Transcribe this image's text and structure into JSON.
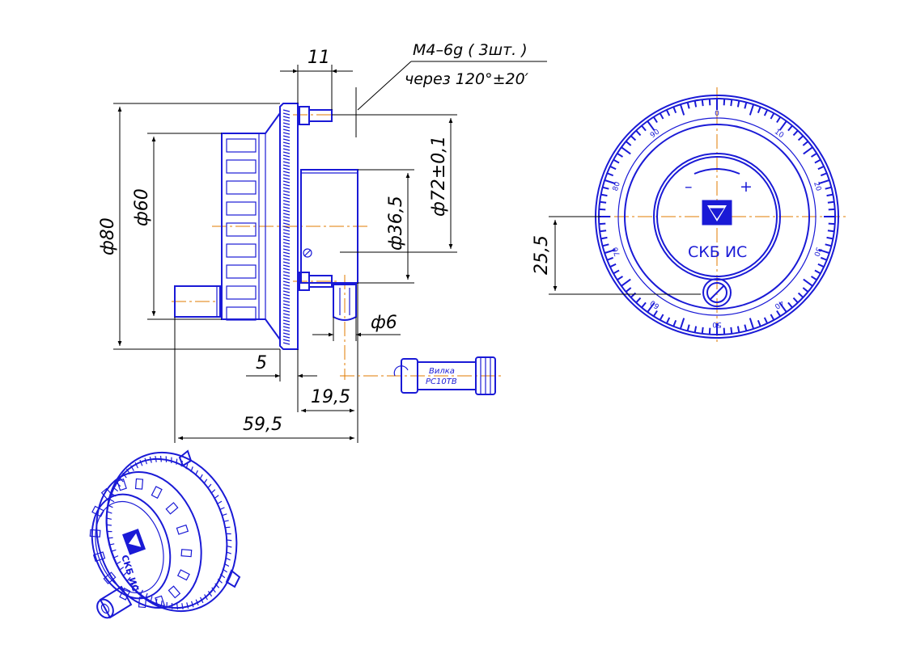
{
  "dimensions": {
    "d80": "ф80",
    "d60": "ф60",
    "d36_5": "ф36,5",
    "d72": "ф72±0,1",
    "d6": "ф6",
    "w11": "11",
    "w5": "5",
    "w19_5": "19,5",
    "w59_5": "59,5",
    "h25_5": "25,5"
  },
  "thread_note": {
    "line1": "M4–6g ( 3шт. )",
    "line2": "через 120°±20′"
  },
  "connector": {
    "label_line1": "Вилка",
    "label_line2": "РС10ТВ"
  },
  "front_view": {
    "minus": "–",
    "plus": "+",
    "brand": "СКБ ИС",
    "scale_labels": [
      "0",
      "10",
      "20",
      "30",
      "40",
      "50",
      "60",
      "70",
      "80",
      "90"
    ]
  },
  "iso_view": {
    "brand": "СКБ ИС"
  },
  "colors": {
    "part": "#1a1ad6",
    "dimension": "#000000",
    "axis": "#e07b00"
  }
}
